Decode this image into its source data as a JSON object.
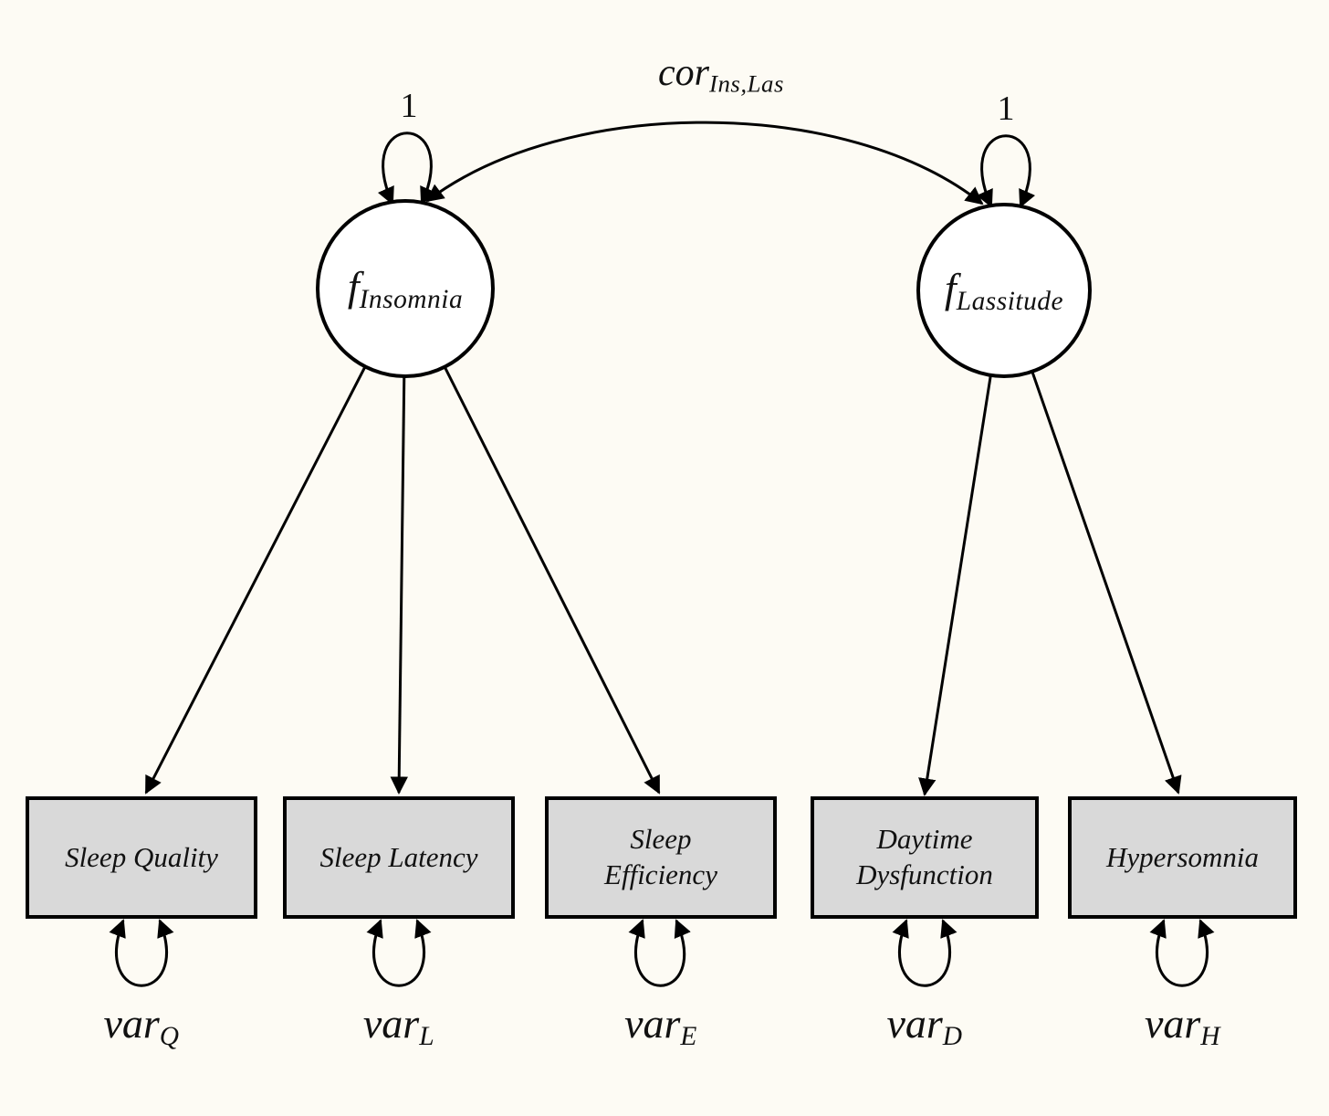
{
  "colors": {
    "background": "#fdfbf4",
    "stroke": "#000000",
    "box_fill": "#d9d9d9",
    "circle_fill": "#ffffff",
    "text": "#111111"
  },
  "correlation": {
    "main": "cor",
    "subscript": "Ins,Las"
  },
  "factors": [
    {
      "symbol": "f",
      "subscript": "Insomnia",
      "loop_label": "1"
    },
    {
      "symbol": "f",
      "subscript": "Lassitude",
      "loop_label": "1"
    }
  ],
  "indicators": [
    {
      "label": "Sleep Quality",
      "variance": {
        "main": "var",
        "subscript": "Q"
      }
    },
    {
      "label": "Sleep Latency",
      "variance": {
        "main": "var",
        "subscript": "L"
      }
    },
    {
      "label": "Sleep\nEfficiency",
      "variance": {
        "main": "var",
        "subscript": "E"
      }
    },
    {
      "label": "Daytime\nDysfunction",
      "variance": {
        "main": "var",
        "subscript": "D"
      }
    },
    {
      "label": "Hypersomnia",
      "variance": {
        "main": "var",
        "subscript": "H"
      }
    }
  ]
}
